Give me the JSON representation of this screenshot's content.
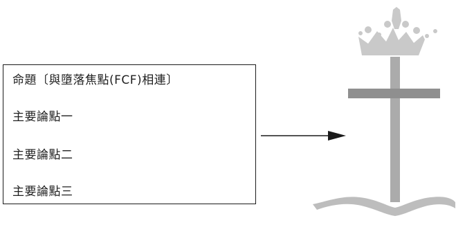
{
  "box": {
    "lines": [
      "命題〔與墮落焦點(FCF)相連〕",
      "主要論點一",
      "主要論點二",
      "主要論點三"
    ]
  },
  "colors": {
    "crown": "#c9c9c9",
    "cross_bar": "#8f8f8f",
    "stem": "#ababab",
    "anchor": "#bdbdbd",
    "arrow": "#1a1a1a",
    "border": "#1a1a1a"
  },
  "symbol": {
    "icon": "crown-cross-anchor-icon"
  }
}
